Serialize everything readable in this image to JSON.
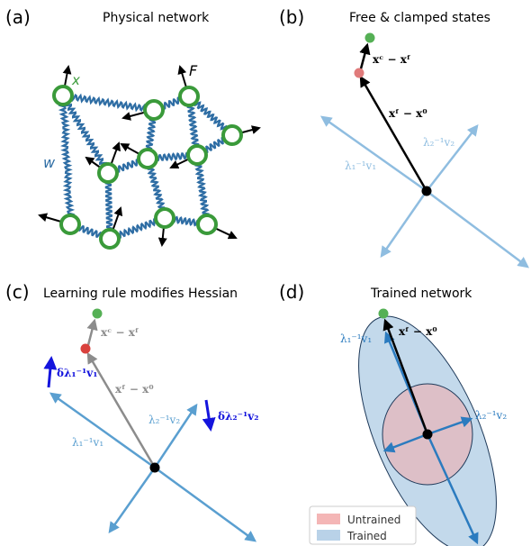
{
  "panels": {
    "a": {
      "letter": "(a)",
      "title": "Physical network",
      "label_x": "x",
      "label_F": "F",
      "label_w": "w"
    },
    "b": {
      "letter": "(b)",
      "title": "Free & clamped states",
      "eq_top": "xᶜ − xᶠ",
      "eq_mid": "xᶠ − x⁰",
      "lam1": "λ₁⁻¹v₁",
      "lam2": "λ₂⁻¹v₂"
    },
    "c": {
      "letter": "(c)",
      "title": "Learning rule modifies Hessian",
      "eq_top": "xᶜ − xᶠ",
      "eq_mid": "xᶠ − x⁰",
      "lam1": "λ₁⁻¹v₁",
      "lam2": "λ₂⁻¹v₂",
      "dlam1": "δλ₁⁻¹v₁",
      "dlam2": "δλ₂⁻¹v₂"
    },
    "d": {
      "letter": "(d)",
      "title": "Trained network",
      "eq_mid": "xᶠ − x⁰",
      "lam1": "λ₁⁻¹v₁",
      "lam2": "λ₂⁻¹v₂",
      "legend": [
        {
          "label": "Untrained",
          "color": "#f4b6b6"
        },
        {
          "label": "Trained",
          "color": "#b9d2e8"
        }
      ]
    }
  },
  "colors": {
    "node_ring": "#3a9a3a",
    "spring": "#2e6da4",
    "axis_light": "#8fbde0",
    "axis_med": "#5a9fd0",
    "axis_dark": "#2b7bbf",
    "green_dot": "#55b055",
    "red_dot": "#e07b7b",
    "red_dot_c": "#d9413d",
    "delta_blue": "#1414dd",
    "gray_arrow": "#8c8c8c"
  }
}
